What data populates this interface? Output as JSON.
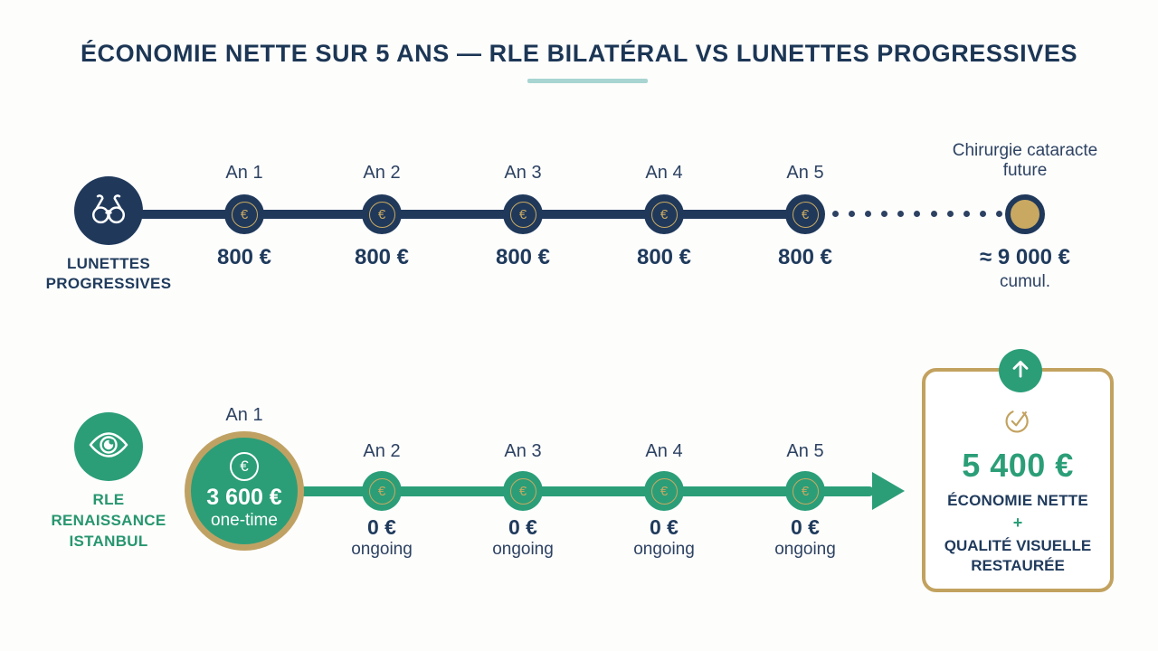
{
  "title": {
    "text": "ÉCONOMIE NETTE SUR 5 ANS — RLE BILATÉRAL VS LUNETTES PROGRESSIVES"
  },
  "palette": {
    "navy": "#20395B",
    "green": "#2B9E78",
    "gold": "#C9A961",
    "gold_border": "#C2A25F",
    "underline_teal": "#A8D5D1",
    "white": "#FFFFFF"
  },
  "glasses_track": {
    "name": "LUNETTES PROGRESSIVES",
    "icon": "glasses-icon",
    "coin_symbol": "€",
    "years": [
      {
        "label": "An 1",
        "value": "800 €"
      },
      {
        "label": "An 2",
        "value": "800 €"
      },
      {
        "label": "An 3",
        "value": "800 €"
      },
      {
        "label": "An 4",
        "value": "800 €"
      },
      {
        "label": "An 5",
        "value": "800 €"
      }
    ],
    "future": {
      "title": "Chirurgie cataracte future",
      "value": "≈ 9 000 €",
      "sub": "cumul."
    }
  },
  "rle_track": {
    "name": "RLE RENAISSANCE ISTANBUL",
    "icon": "eye-icon",
    "coin_symbol": "€",
    "year1": {
      "label": "An 1",
      "value": "3 600 €",
      "sub": "one-time"
    },
    "years": [
      {
        "label": "An 2",
        "value": "0 €",
        "sub": "ongoing"
      },
      {
        "label": "An 3",
        "value": "0 €",
        "sub": "ongoing"
      },
      {
        "label": "An 4",
        "value": "0 €",
        "sub": "ongoing"
      },
      {
        "label": "An 5",
        "value": "0 €",
        "sub": "ongoing"
      }
    ]
  },
  "result": {
    "amount": "5 400 €",
    "line1": "ÉCONOMIE NETTE",
    "plus": "+",
    "line2": "QUALITÉ VISUELLE RESTAURÉE"
  }
}
